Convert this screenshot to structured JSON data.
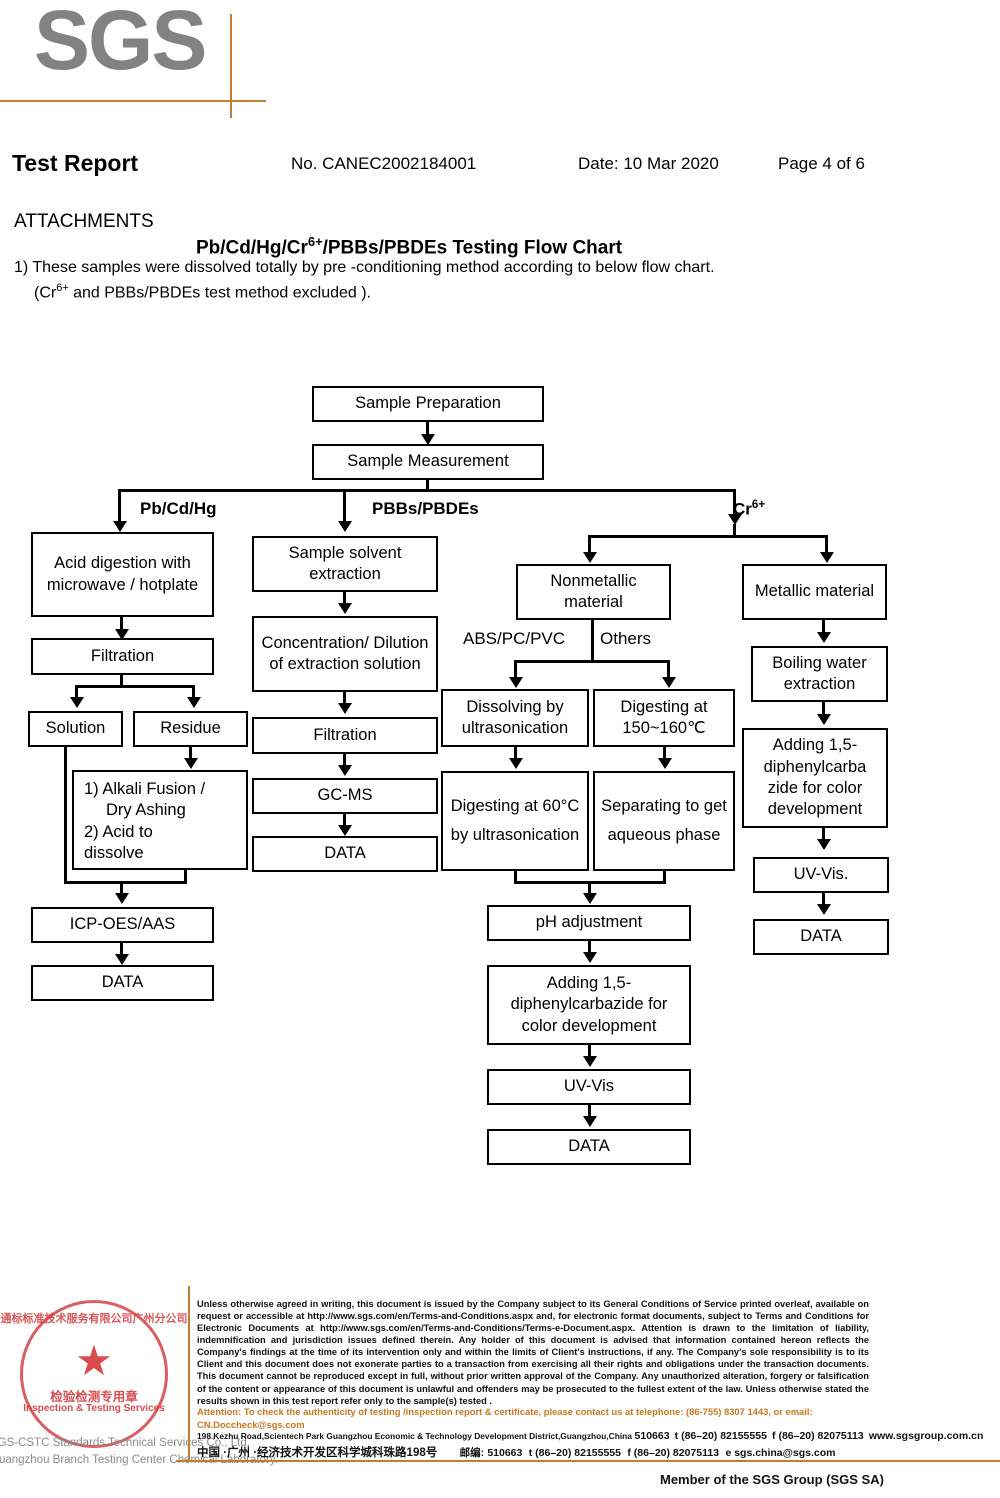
{
  "logo": {
    "text": "SGS"
  },
  "header": {
    "title": "Test Report",
    "report_no": "No. CANEC2002184001",
    "date": "Date: 10 Mar 2020",
    "page": "Page 4 of 6"
  },
  "attachments": {
    "section_label": "ATTACHMENTS",
    "flow_title_pre": "Pb/Cd/Hg/Cr",
    "flow_title_sup": "6+",
    "flow_title_post": "/PBBs/PBDEs Testing Flow Chart",
    "note1": "1) These samples were dissolved totally by pre -conditioning method according to below flow chart.",
    "note2_pre": "(Cr",
    "note2_sup": "6+",
    "note2_post": " and PBBs/PBDEs  test method excluded )."
  },
  "chart_data": {
    "type": "diagram",
    "title": "Pb/Cd/Hg/Cr6+/PBBs/PBDEs Testing Flow Chart",
    "nodes": {
      "sample_preparation": "Sample Preparation",
      "sample_measurement": "Sample Measurement",
      "acid_digestion": "Acid digestion with microwave / hotplate",
      "filtration_left": "Filtration",
      "solution": "Solution",
      "residue": "Residue",
      "alkali_acid": "1) Alkali Fusion / Dry Ashing\n2) Acid to dissolve",
      "alkali_line1": "1) Alkali Fusion /",
      "alkali_line2": "Dry Ashing",
      "alkali_line3": "2) Acid to",
      "alkali_line4": "dissolve",
      "icp_oes_aas": "ICP-OES/AAS",
      "data_left": "DATA",
      "solvent_extraction": "Sample solvent extraction",
      "concentration_dilution": "Concentration/ Dilution of extraction solution",
      "filtration_mid": "Filtration",
      "gc_ms": "GC-MS",
      "data_mid": "DATA",
      "nonmetallic": "Nonmetallic material",
      "metallic": "Metallic material",
      "dissolving_ultrasonication": "Dissolving by ultrasonication",
      "digesting_150": "Digesting at 150~160℃",
      "digesting_60": "Digesting at 60°C by ultrasonication",
      "separating_aqueous": "Separating to get aqueous phase",
      "ph_adjustment": "pH adjustment",
      "adding_dpc_mid": "Adding 1,5-diphenylcarbazide for color development",
      "uv_vis_mid": "UV-Vis",
      "data_cr_mid": "DATA",
      "boiling_water": "Boiling water extraction",
      "adding_dpc_right": "Adding 1,5-diphenylcarba zide for color development",
      "uv_vis_right": "UV-Vis.",
      "data_cr_right": "DATA"
    },
    "branch_labels": {
      "pb_cd_hg": "Pb/Cd/Hg",
      "pbbs_pbdes": "PBBs/PBDEs",
      "cr6_pre": "Cr",
      "cr6_sup": "6+",
      "abs_pc_pvc": "ABS/PC/PVC",
      "others": "Others"
    }
  },
  "stamp": {
    "star": "★",
    "cn_label": "检验检测专用章",
    "en_label": "Inspection & Testing Services",
    "arc_top": "通标标准技术服务有限公司广州分公司",
    "arc_bottom": "SGS-CSTC Standards Technical Services Guangzhou Branch",
    "company_line1": "SGS-CSTC Standards Technical Services Co., Ltd.",
    "company_line2": "Guangzhou Branch Testing Center Chemical Laboratory."
  },
  "footer": {
    "legal": "Unless otherwise agreed in writing, this document is issued by the Company subject to its General Conditions of Service printed overleaf, available on request or accessible at http://www.sgs.com/en/Terms-and-Conditions.aspx and, for electronic format documents, subject to Terms and Conditions for Electronic Documents at http://www.sgs.com/en/Terms-and-Conditions/Terms-e-Document.aspx. Attention is drawn to the limitation of liability, indemnification and jurisdiction issues defined therein. Any holder of this document is advised that information contained hereon reflects the Company's findings at the time of its intervention only and within the limits of Client's instructions, if any. The Company's sole responsibility is to its Client and this document does not exonerate parties to a transaction from exercising all their rights and obligations under the transaction documents. This document cannot be reproduced except in full, without prior written approval of the Company. Any unauthorized alteration, forgery or falsification of the content or appearance of this document is unlawful and offenders may be prosecuted to the fullest extent of the law. Unless otherwise stated the results shown in this test report refer only to the sample(s) tested .",
    "attention": "Attention: To check the authenticity of testing /inspection report & certificate, please contact us at telephone: (86-755) 8307 1443, or email: CN.Doccheck@sgs.com",
    "address_en": "198 Kezhu Road,Scientech Park Guangzhou Economic & Technology Development District,Guangzhou,China",
    "address_en_zip": "510663",
    "address_en_tel": "t (86–20) 82155555",
    "address_en_fax": "f (86–20) 82075113",
    "address_en_web": "www.sgsgroup.com.cn",
    "address_cn": "中国 ·广州 ·经济技术开发区科学城科珠路198号",
    "address_cn_zip_label": "邮编:",
    "address_cn_zip": "510663",
    "address_cn_tel": "t (86–20) 82155555",
    "address_cn_fax": "f (86–20) 82075113",
    "address_cn_email": "e  sgs.china@sgs.com",
    "member": "Member of the SGS Group (SGS SA)"
  },
  "colors": {
    "brand_orange": "#c07c32",
    "logo_gray": "#808284",
    "attention_orange": "#c8781e",
    "stamp_red": "#d4393c"
  }
}
